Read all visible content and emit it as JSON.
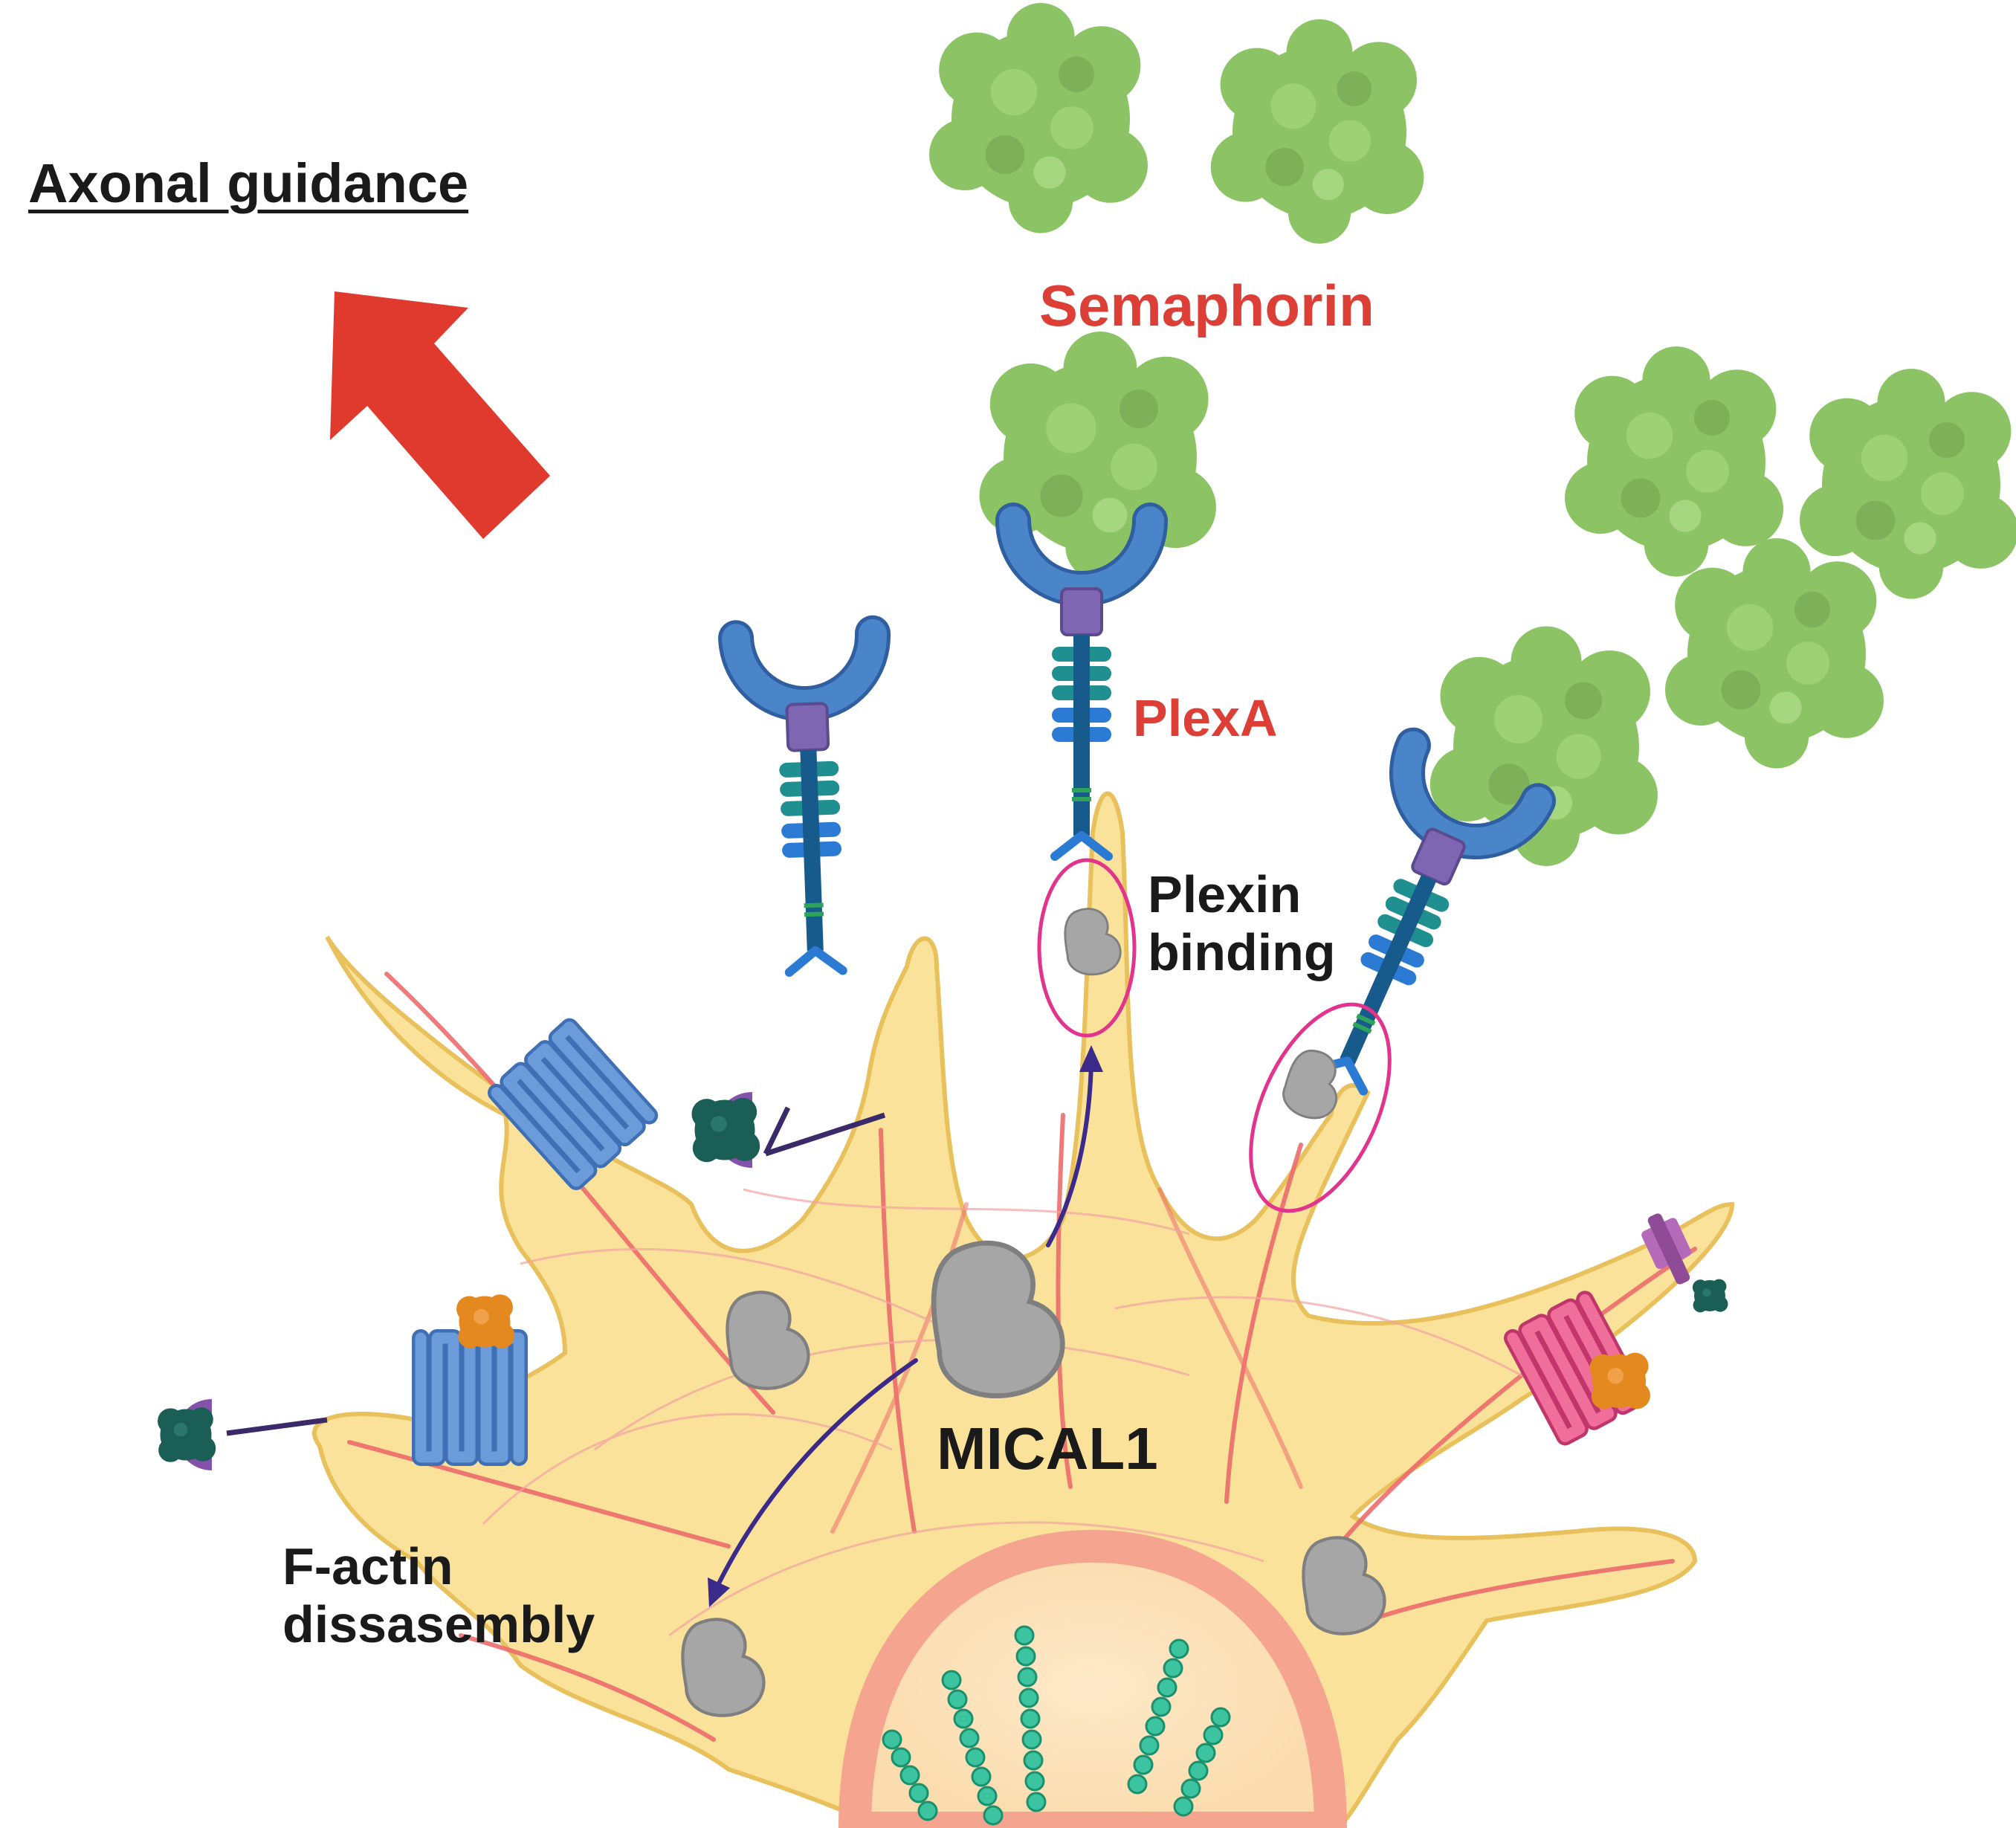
{
  "labels": {
    "title": "Axonal guidance",
    "semaphorin": "Semaphorin",
    "plexa": "PlexA",
    "plexin_binding": [
      "Plexin",
      "binding"
    ],
    "mical1": "MICAL1",
    "factin": [
      "F-actin",
      "dissasembly"
    ]
  },
  "colors": {
    "guidance_arrow": "#df3a2d",
    "label_red": "#dc3f35",
    "cell_body": "#fbe29a",
    "actin_filament": "#ec6c6c",
    "semaphorin": "#8cc465",
    "plexin_cup": "#4a84c9",
    "plexin_stalk": "#175a8c",
    "mical": "#a6a6a6",
    "binding_ring": "#e2338d",
    "signal_arrow": "#3b2a8a"
  },
  "icons": [
    "guidance-arrow",
    "semaphorin-blob",
    "plexin-receptor",
    "mical-protein",
    "gpcr-receptor",
    "signal-arrow",
    "microtubule-beads"
  ]
}
